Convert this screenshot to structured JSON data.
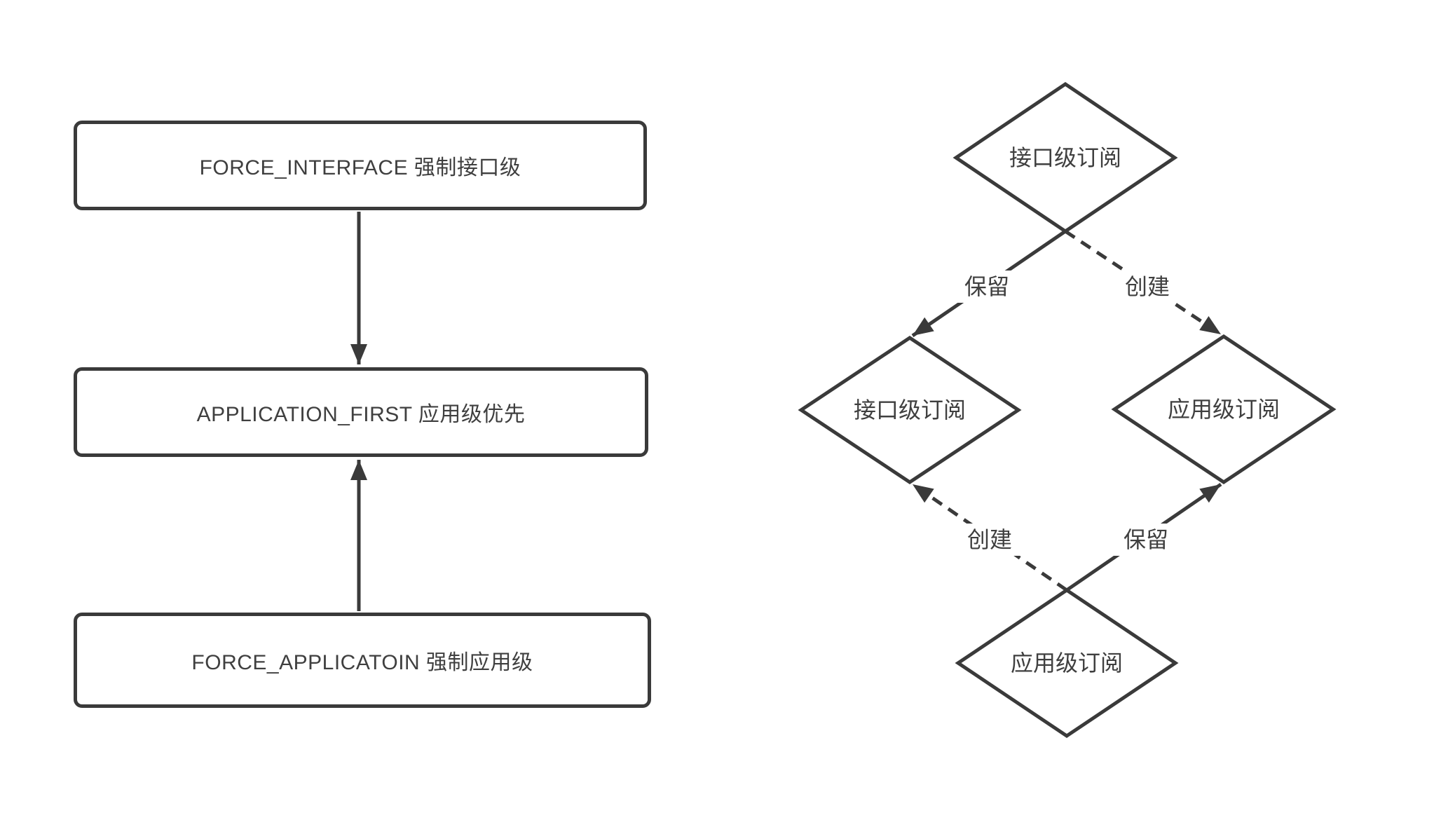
{
  "colors": {
    "stroke": "#3a3a3a",
    "text": "#3f3f3f",
    "background": "#ffffff"
  },
  "left_flowchart": {
    "boxes": [
      {
        "label": "FORCE_INTERFACE 强制接口级"
      },
      {
        "label": "APPLICATION_FIRST 应用级优先"
      },
      {
        "label": "FORCE_APPLICATOIN 强制应用级"
      }
    ],
    "connectors": [
      {
        "from": 0,
        "to": 1,
        "direction": "down",
        "style": "solid"
      },
      {
        "from": 2,
        "to": 1,
        "direction": "up",
        "style": "solid"
      }
    ]
  },
  "right_diagram": {
    "nodes": [
      {
        "position": "top",
        "label": "接口级订阅"
      },
      {
        "position": "middle-left",
        "label": "接口级订阅"
      },
      {
        "position": "middle-right",
        "label": "应用级订阅"
      },
      {
        "position": "bottom",
        "label": "应用级订阅"
      }
    ],
    "edges": [
      {
        "from": "top",
        "to": "middle-left",
        "label": "保留",
        "style": "solid"
      },
      {
        "from": "top",
        "to": "middle-right",
        "label": "创建",
        "style": "dashed"
      },
      {
        "from": "bottom",
        "to": "middle-left",
        "label": "创建",
        "style": "dashed"
      },
      {
        "from": "bottom",
        "to": "middle-right",
        "label": "保留",
        "style": "solid"
      }
    ]
  }
}
